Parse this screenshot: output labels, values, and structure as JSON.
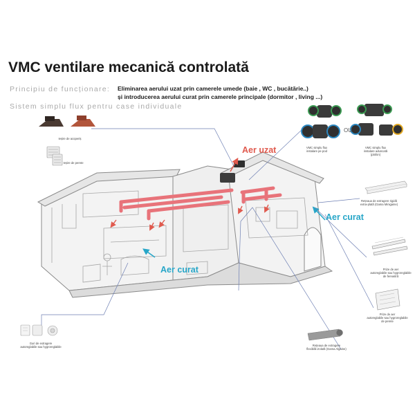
{
  "header": {
    "title": "VMC ventilare mecanică controlată",
    "principle_label": "Principiu de funcționare:",
    "principle_line1": "Eliminarea aerului uzat prin camerele umede (baie , WC , bucătărie..)",
    "principle_line2": "și introducerea aerului curat prin camerele principale (dormitor , living ...)",
    "subtitle": "Sistem simplu flux pentru case individuale"
  },
  "labels": {
    "aer_uzat": "Aer uzat",
    "aer_curat_right": "Aer curat",
    "aer_curat_left": "Aer curat",
    "ou": "OU"
  },
  "components": {
    "iesire_acoperis": "Ieșire de acoperiș",
    "iesire_perete": "Ieșire de perete",
    "vmc_floor_1": "VMC simplu flux",
    "vmc_floor_2": "instalare pe pod",
    "vmc_ceiling_1": "VMC simplu flux",
    "vmc_ceiling_2": "instalare aduncată",
    "vmc_ceiling_3": "(plafon)",
    "tubulatura_rigida_1": "Rețeaua de extragere rigidă",
    "tubulatura_rigida_2": "extra-plată (Gama Minigaine)",
    "prize_1": "Prize de aer",
    "prize_2": "autoreglabile sau hygroreglabile",
    "prize_3": "de fereastră",
    "prize_perete_1": "Prize de aer",
    "prize_perete_2": "autoreglabile sau hygroreglabile",
    "prize_perete_3": "de perete",
    "retea_flexibila_1": "Rețeaua de extragere",
    "retea_flexibila_2": "flexibilă izolată (Gama Algaine)",
    "guri_1": "Guri de extragere",
    "guri_2": "autoreglabile sau hygroreglabile"
  },
  "colors": {
    "exhaust_duct": "#e8737a",
    "fresh_air": "#27a6c8",
    "exhaust_label": "#e05a4e",
    "house_line": "#8a8a8a",
    "leader_line": "#6d7fb3"
  }
}
